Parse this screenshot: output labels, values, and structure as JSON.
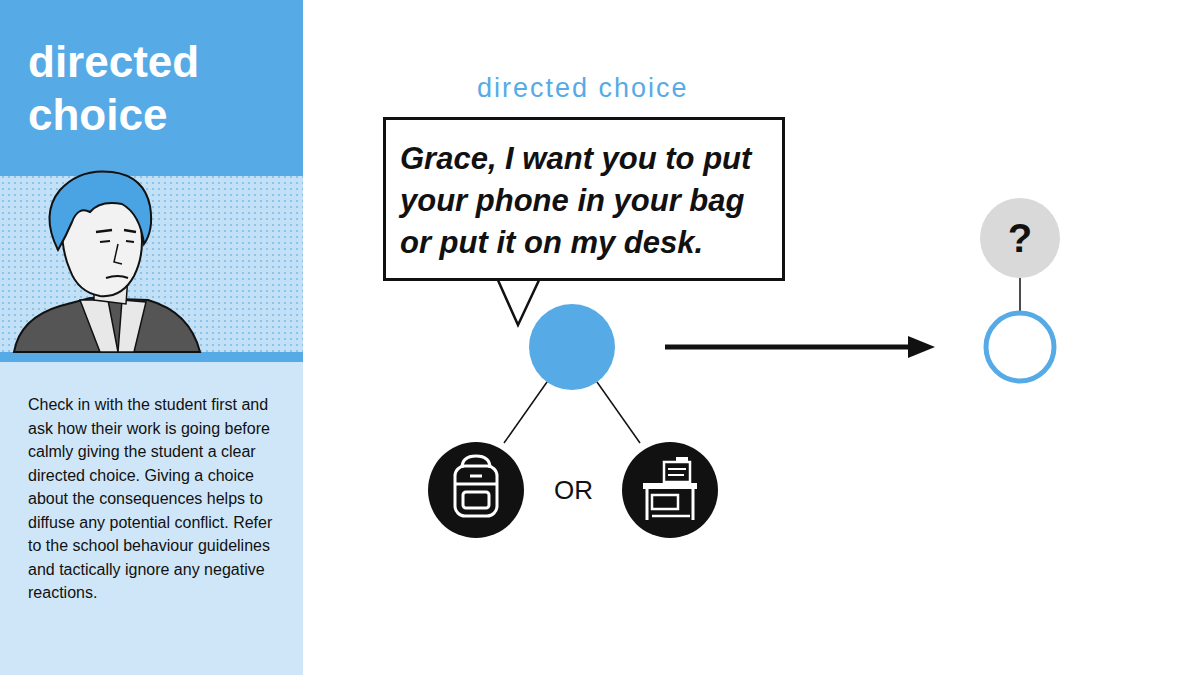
{
  "diagram": {
    "title": "directed choice",
    "nodes": [
      {
        "text": [
          "Check in with the student first and ask how their work is going before calmly giving the student a clear directed choice. Giving a choice about the consequences helps to diffuse any potential conflict. Refer to the school behaviour guidelines and tactically ignore any negative reactions."
        ]
      },
      {
        "text": [
          "Grace, I want you to put your phone in your bag or put it on my desk."
        ]
      },
      {
        "text": [
          "?"
        ]
      }
    ],
    "labels": [
      "directed choice",
      "OR"
    ]
  }
}
